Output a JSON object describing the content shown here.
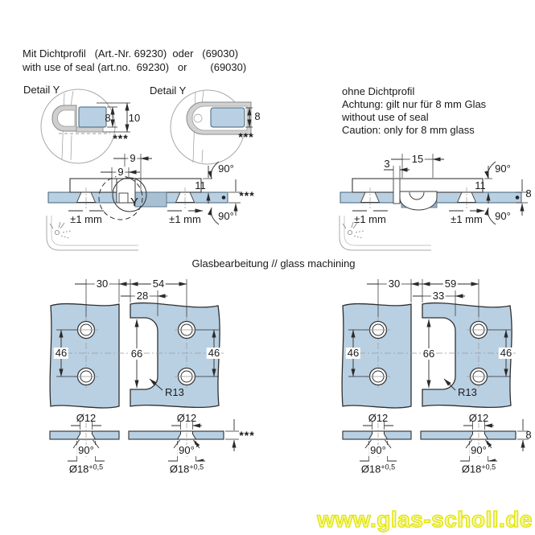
{
  "header": {
    "line_de": "Mit Dichtprofil   (Art.-Nr. 69230)  oder   (69030)",
    "line_en": "with use of seal (art.no.  69230)   or        (69030)"
  },
  "no_seal_note": {
    "lines": [
      "ohne Dichtprofil",
      "Achtung: gilt nur für 8 mm Glas",
      "without use of seal",
      "Caution: only for 8 mm glass"
    ]
  },
  "detail_left": {
    "label": "Detail Y",
    "glass_thickness": "8",
    "total_height": "10",
    "stars": "***"
  },
  "detail_right": {
    "label": "Detail Y",
    "glass_thickness": "8",
    "stars": "***"
  },
  "hinge_left": {
    "dim_upper": "9",
    "dim_lower": "9",
    "angle_top": "90°",
    "plate_height": "11",
    "stars": "***",
    "angle_bottom": "90°",
    "tolerance_left": "±1 mm",
    "tolerance_right": "±1 mm",
    "detail_marker": "Y"
  },
  "hinge_right": {
    "dim_offset": "3",
    "dim_width": "15",
    "angle_top": "90°",
    "plate_height": "11",
    "glass_thickness": "8",
    "angle_bottom": "90°",
    "tolerance_left": "±1 mm",
    "tolerance_right": "±1 mm"
  },
  "machining_title": "Glasbearbeitung // glass machining",
  "machining_left": {
    "edge_to_hole": "30",
    "edge_to_hole_2": "54",
    "cutout_width": "28",
    "hole_spacing_left": "46",
    "cutout_height": "66",
    "hole_spacing_right": "46",
    "radius": "R13"
  },
  "machining_right": {
    "edge_to_hole": "30",
    "edge_to_hole_2": "59",
    "cutout_width": "33",
    "hole_spacing_left": "46",
    "cutout_height": "66",
    "hole_spacing_right": "46",
    "radius": "R13"
  },
  "section_left": {
    "bore1": "Ø12",
    "bore2": "Ø12",
    "angle1": "90°",
    "angle2": "90°",
    "countersink1": "Ø18",
    "countersink1_tol": "+0,5",
    "countersink2": "Ø18",
    "countersink2_tol": "+0,5",
    "stars": "***"
  },
  "section_right": {
    "bore1": "Ø12",
    "bore2": "Ø12",
    "angle1": "90°",
    "angle2": "90°",
    "countersink1": "Ø18",
    "countersink1_tol": "+0,5",
    "countersink2": "Ø18",
    "countersink2_tol": "+0,5",
    "glass_thickness": "8"
  },
  "watermark": "www.glas-scholl.de",
  "colors": {
    "glass_fill": "#b9d0e3",
    "outline": "#2f2f2f",
    "seal_fill": "#cfcfcf",
    "watermark_fill": "#f5f7a8",
    "watermark_stroke": "#e2e500"
  }
}
